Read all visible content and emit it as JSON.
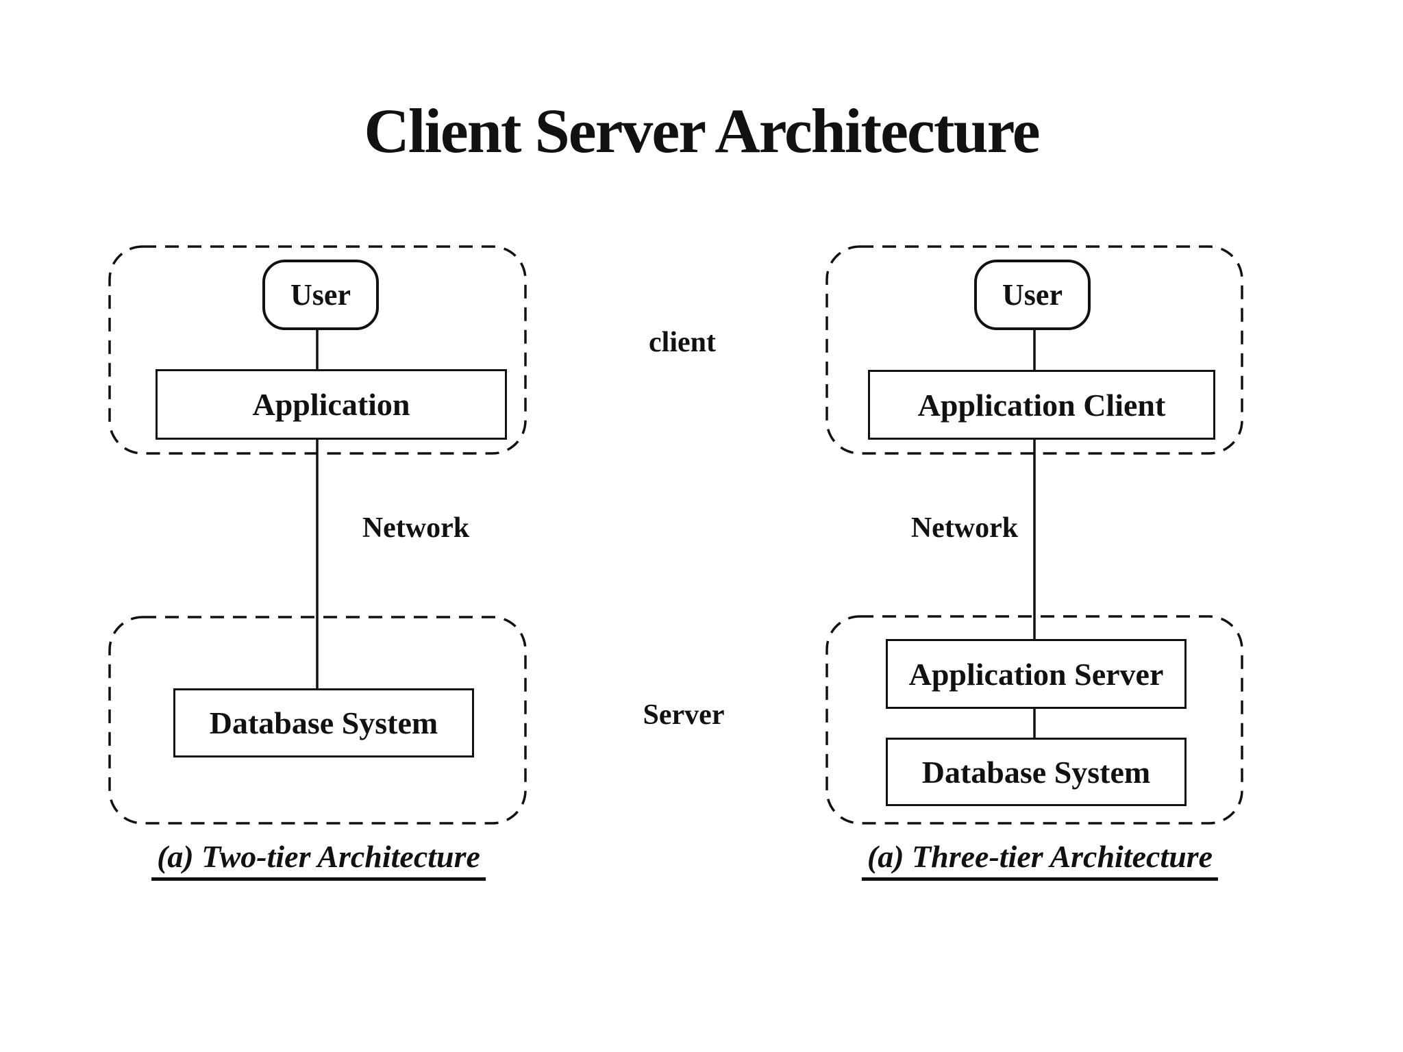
{
  "title": "Client Server Architecture",
  "left_diagram": {
    "user_label": "User",
    "application_label": "Application",
    "network_label": "Network",
    "database_label": "Database System",
    "caption": "(a) Two-tier Architecture"
  },
  "tier_labels": {
    "client": "client",
    "server": "Server"
  },
  "right_diagram": {
    "user_label": "User",
    "application_client_label": "Application Client",
    "network_label": "Network",
    "application_server_label": "Application Server",
    "database_label": "Database System",
    "caption": "(a) Three-tier Architecture"
  },
  "colors": {
    "ink": "#111111",
    "background": "#ffffff"
  }
}
